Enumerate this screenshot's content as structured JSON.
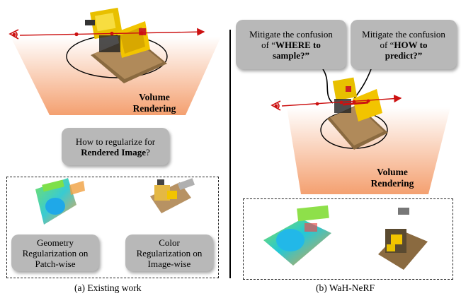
{
  "left_panel": {
    "volume_rendering": [
      "Volume",
      "Rendering"
    ],
    "question": {
      "line1": "How to regularize for",
      "line2_bold": "Rendered Image",
      "line2_tail": "?"
    },
    "geometry_box": [
      "Geometry",
      "Regularization on",
      "Patch-wise"
    ],
    "color_box": [
      "Color",
      "Regularization on",
      "Image-wise"
    ],
    "caption": "(a) Existing work"
  },
  "right_panel": {
    "where_box": {
      "line1": "Mitigate the confusion",
      "line2_pre": "of “",
      "line2_bold": "WHERE to",
      "line3_bold": "sample?",
      "line3_tail": "”"
    },
    "how_box": {
      "line1": "Mitigate the confusion",
      "line2_pre": "of “",
      "line2_bold": "HOW to",
      "line3_bold": "predict?",
      "line3_tail": "”"
    },
    "volume_rendering": [
      "Volume",
      "Rendering"
    ],
    "caption": "(b) WaH-NeRF"
  },
  "colors": {
    "ray": "#cc1111",
    "frustum_top": "#ffffff",
    "frustum_bottom": "#f4a070",
    "box_fill": "#b8b8b8",
    "lego_yellow": "#f2c400",
    "depth_cyan": "#22c8d8",
    "depth_green": "#7ee04a"
  },
  "icons": [
    "eye-icon",
    "lego-bulldozer",
    "depth-map",
    "color-render"
  ]
}
